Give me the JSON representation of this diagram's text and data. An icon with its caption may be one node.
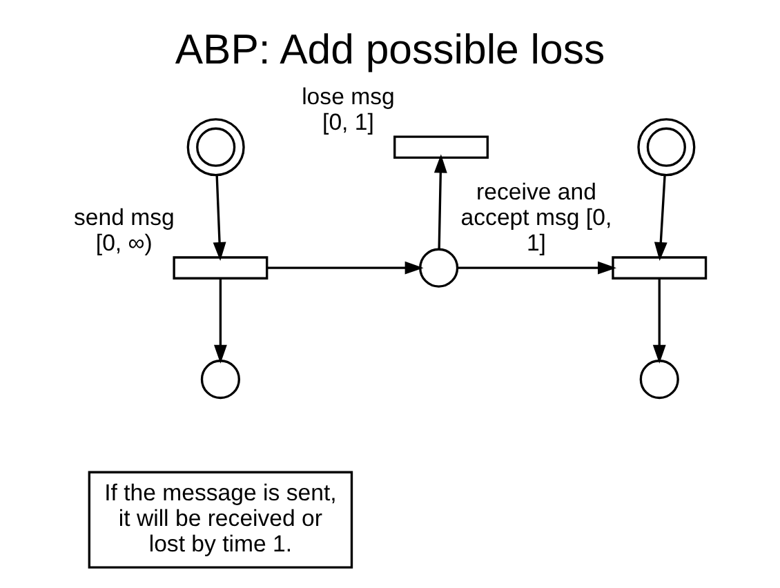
{
  "diagram": {
    "title": "ABP: Add possible loss",
    "nodes": [
      {
        "text": [],
        "shape": "circle"
      },
      {
        "text": [],
        "shape": "bar",
        "beside": [
          "send msg [0, ∞)"
        ]
      },
      {
        "text": [],
        "shape": "circle"
      },
      {
        "text": [],
        "shape": "circle"
      },
      {
        "text": [],
        "shape": "bar",
        "beside": [
          "lose msg [0, 1]"
        ]
      },
      {
        "text": [],
        "shape": "circle"
      },
      {
        "text": [],
        "shape": "bar",
        "beside": [
          "receive and accept msg [0, 1]"
        ]
      },
      {
        "text": [],
        "shape": "circle"
      },
      {
        "text": [
          "If the message is sent, it will be received or lost by time 1."
        ]
      }
    ],
    "edges": [
      {
        "from": 0,
        "to": 1,
        "arrow": "to"
      },
      {
        "from": 1,
        "to": 2,
        "arrow": "to"
      },
      {
        "from": 1,
        "to": 3,
        "arrow": "to"
      },
      {
        "from": 3,
        "to": 4,
        "arrow": "to"
      },
      {
        "from": 3,
        "to": 6,
        "arrow": "to"
      },
      {
        "from": 5,
        "to": 6,
        "arrow": "to"
      },
      {
        "from": 6,
        "to": 7,
        "arrow": "to"
      }
    ]
  }
}
